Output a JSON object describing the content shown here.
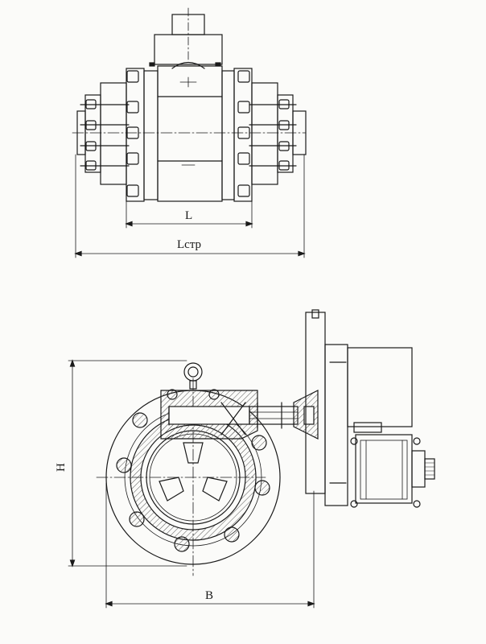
{
  "drawing": {
    "top_view": {
      "dimension_inner_label": "L",
      "dimension_outer_label": "Lстр"
    },
    "front_view": {
      "height_label": "H",
      "width_label": "B"
    },
    "colors": {
      "ink": "#1a1a1a",
      "paper": "#fbfbf9",
      "hatch": "#555555"
    }
  }
}
